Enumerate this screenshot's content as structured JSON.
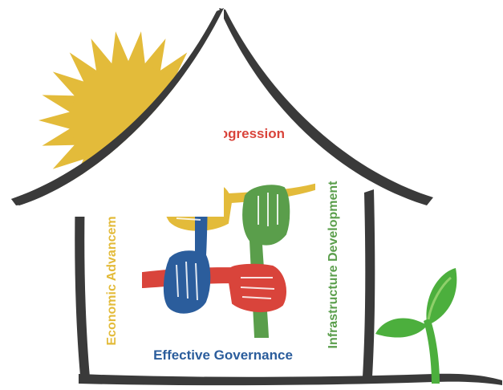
{
  "labels": {
    "top": "Social Progression",
    "left": "Economic Advancement",
    "right": "Infrastructure Development",
    "bottom": "Effective Governance"
  },
  "colors": {
    "house": "#3a3a3a",
    "sun": "#e3bb3a",
    "social": "#d9443b",
    "economic": "#e3bb3a",
    "infrastructure": "#5a9e4b",
    "governance": "#2b5d9c",
    "sprout": "#4caf3d",
    "sprout_light": "#8fd06a",
    "ground": "#444444"
  },
  "icons": [
    "sun-icon",
    "house-outline",
    "linked-hands-icon",
    "sprout-icon"
  ]
}
